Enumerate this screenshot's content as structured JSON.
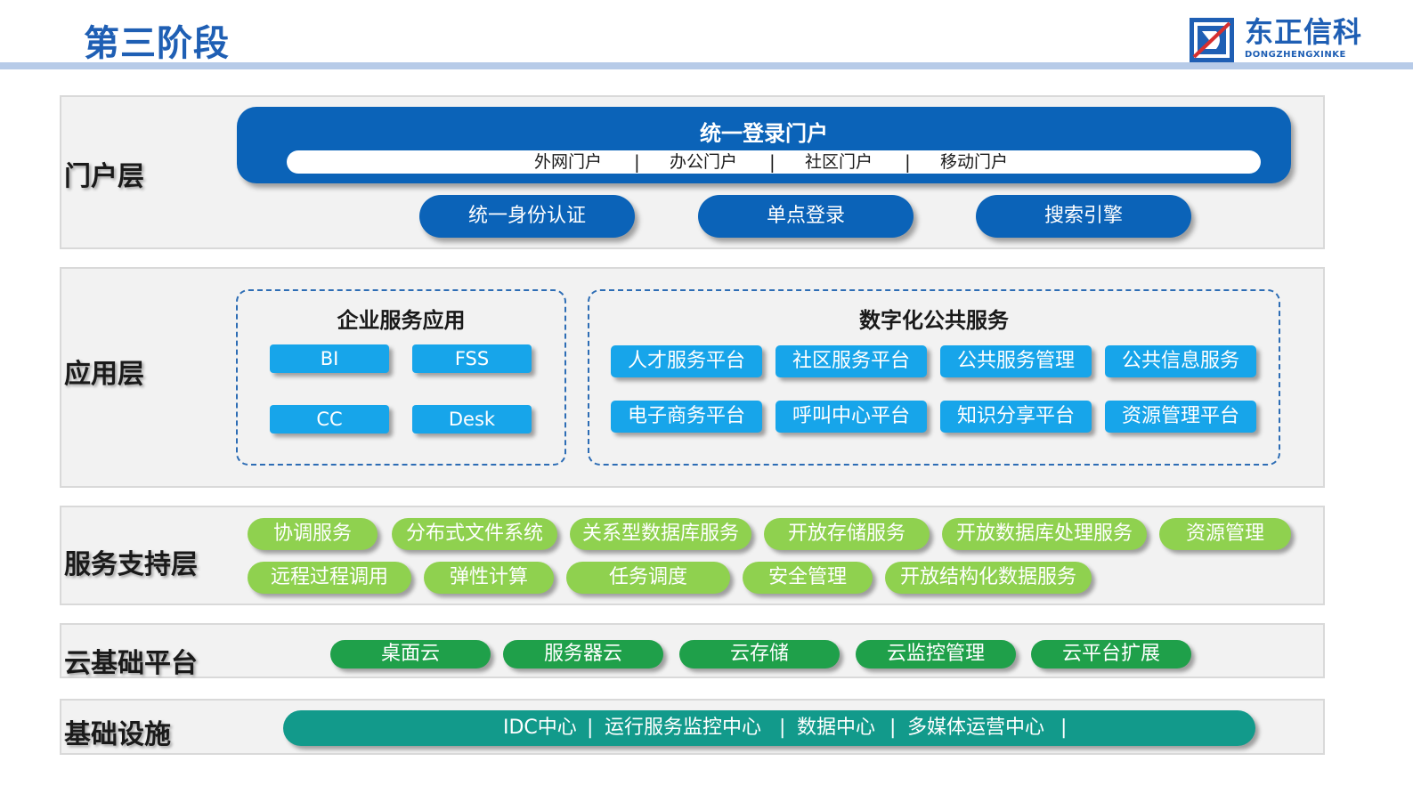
{
  "header": {
    "title": "第三阶段",
    "logo_name": "东正信科",
    "logo_sub": "DONGZHENGXINKE",
    "accent": "#1f5fb4"
  },
  "portal_layer": {
    "label": "门户层",
    "unified_portal": "统一登录门户",
    "sub_portals": [
      "外网门户",
      "办公门户",
      "社区门户",
      "移动门户"
    ],
    "separator": "|",
    "services": [
      "统一身份认证",
      "单点登录",
      "搜索引擎"
    ]
  },
  "application_layer": {
    "label": "应用层",
    "enterprise": {
      "title": "企业服务应用",
      "items": [
        "BI",
        "FSS",
        "CC",
        "Desk"
      ]
    },
    "public": {
      "title": "数字化公共服务",
      "items": [
        "人才服务平台",
        "社区服务平台",
        "公共服务管理",
        "公共信息服务",
        "电子商务平台",
        "呼叫中心平台",
        "知识分享平台",
        "资源管理平台"
      ]
    }
  },
  "service_layer": {
    "label": "服务支持层",
    "row1": [
      "协调服务",
      "分布式文件系统",
      "关系型数据库服务",
      "开放存储服务",
      "开放数据库处理服务",
      "资源管理"
    ],
    "row2": [
      "远程过程调用",
      "弹性计算",
      "任务调度",
      "安全管理",
      "开放结构化数据服务"
    ]
  },
  "cloud_layer": {
    "label": "云基础平台",
    "items": [
      "桌面云",
      "服务器云",
      "云存储",
      "云监控管理",
      "云平台扩展"
    ]
  },
  "infra_layer": {
    "label": "基础设施",
    "items": [
      "IDC中心",
      "运行服务监控中心",
      "数据中心",
      "多媒体运营中心"
    ],
    "separator": "|"
  }
}
